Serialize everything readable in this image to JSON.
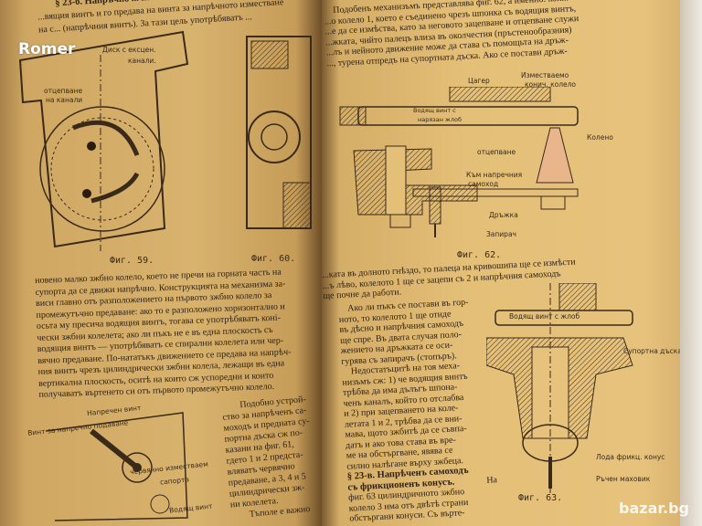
{
  "watermark": "Romer",
  "logo": "bazar.bg",
  "left_page": {
    "header": [
      "§ 23-б. Напрѣчно ... на винта за напрѣчното изм...",
      "...вящия винтъ и го предава на винта за напрѣчното изместване",
      "на с... (напрѣчния винтъ). За тази цель употрѣбяватъ ..."
    ],
    "fig59_labels": [
      "Диск с ексцен.",
      "канали.",
      "отцепване",
      "на канали"
    ],
    "fig59_caption": "Фиг. 59.",
    "fig60_caption": "Фиг. 60.",
    "paragraph": [
      "новено малко зжбно колело, което не пречи на горната часть на",
      "супорта да се движи напрѣчно. Конструкцията на механизма за-",
      "виси главно отъ разположението на първото зжбно колело за",
      "промежутъчно предаване: ако то е разположено хоризонтално и",
      "осьта му пресича водящия винтъ, тогава се употрѣбяватъ коні-",
      "чески зжбни колелета; ако ли пъкъ не е въ една плоскость съ",
      "водящия винтъ — употрѣбяватъ се спирални колелета или чер-",
      "вячно предаване. По-нататъкъ движението се предава на напрѣч-",
      "ния винтъ чрезъ цилиндрически зжбни колела, лежащи въ една",
      "вертикална плоскость, оситѣ на които сж успоредни и които",
      "получаватъ въртенето си отъ първото промежутъчно колело."
    ],
    "fig61_labels": [
      "Напречен винт",
      "Винт за напречно подаване",
      "червячно изместваем",
      "сапорта",
      "Водящ винт"
    ],
    "side_paragraph": [
      "Подобно устрой-",
      "ство за напрѣченъ са-",
      "моходъ и предната су-",
      "портна дъска сж по-",
      "казани на фиг. 61,",
      "гдето 1 и 2 предста-",
      "вляватъ червячно",
      "предаване, а 3, 4 и 5",
      "цилиндрически зж-",
      "ни колелета.",
      "Тъполе е важно"
    ]
  },
  "right_page": {
    "top_paragraph": [
      "Подобенъ механизъмъ представлява фиг. 62, а именно: кон...",
      "...о колело 1, което е съединено чрезъ шпонка съ водящия винтъ,",
      "...е да се измѣства, като за неговото зацепване и отцепване служи",
      "...жката, чийто палецъ влиза въ околчестия (пръстенообразния)",
      "...лъ и нейното движение може да става съ помощьта на дръж-",
      "..., турена отпредъ на супортната дъска. Ако се постави дръж-"
    ],
    "fig62_labels": [
      "Цагер",
      "Изместваемо",
      "конич. колело",
      "Водящ винт с",
      "нарязан жлоб",
      "Колено",
      "отцепване",
      "Към напречния",
      "самоход",
      "Дръжка",
      "Запирач"
    ],
    "fig62_caption": "Фиг. 62.",
    "after_fig62": [
      "...ката въ долното гнѣздо, то палеца на кривошипа ще се измѣсти",
      "...ъ лѣво, колелото 1 ще се зацепи съ 2 и напрѣчния самоходъ",
      "ще почне да работи."
    ],
    "col_paragraph": [
      "Ако ли пъкъ се постави въ гор-",
      "ното, то колелото 1 ще отиде",
      "въ дѣсно и напрѣчния самоходъ",
      "ще спре. Въ двата случая поло-",
      "жението на дръжката се оси-",
      "гурява съ запирачъ (стопъръ).",
      "Недостатъцитѣ на тоя меха-",
      "низъмъ сж: 1) че водящия винтъ",
      "трѣбва да има дълъгъ шпона-",
      "ченъ каналъ, който го отслабва",
      "и 2) при зацепването на коле-",
      "летата 1 и 2, трѣбва да се вни-",
      "мава, щото зжбитѣ да се съвпа-",
      "датъ и ако това става въ вре-",
      "ме на обстъргване, явява се",
      "силно налѣгане върху зжбеца."
    ],
    "section_title": "§ 23-в. Напрѣченъ самоходъ съ фрикционенъ конусъ.",
    "section_lines": [
      "фиг. 63 цилиндричното зжбно",
      "колело 3 има отъ двѣтѣ страни",
      "обстъргани конуси. Съ въртe-"
    ],
    "section_na": "На",
    "fig63_labels": [
      "Водящ винт с жлоб",
      "Супортна дъска",
      "Лода фрикц. конус",
      "Ръчен маховик"
    ],
    "fig63_caption": "Фиг. 63."
  }
}
